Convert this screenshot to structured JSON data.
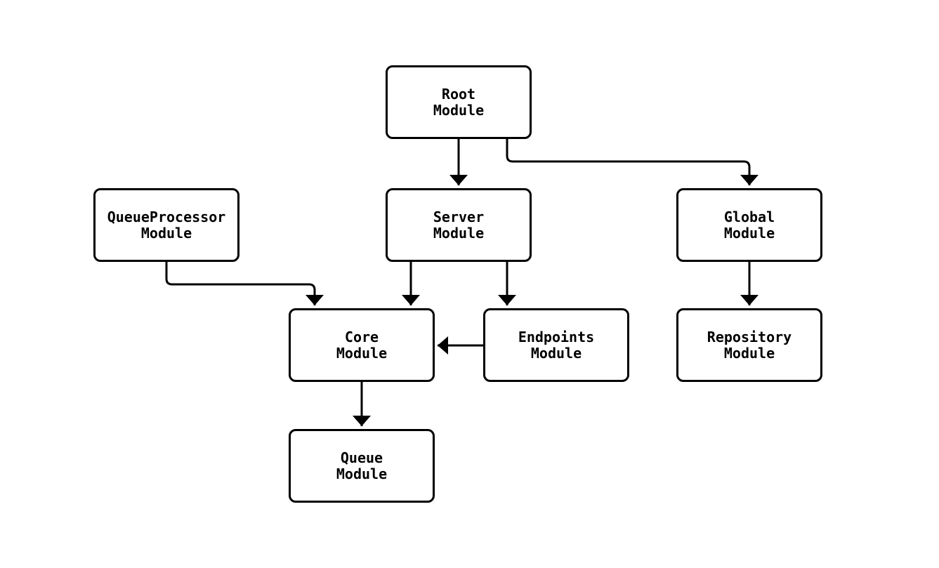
{
  "colors": {
    "background": "#ffffff",
    "node_fill": "#ffffff",
    "stroke": "#000000",
    "text": "#000000"
  },
  "nodes": {
    "root": {
      "label": "Root\nModule"
    },
    "queueprocessor": {
      "label": "QueueProcessor\nModule"
    },
    "server": {
      "label": "Server\nModule"
    },
    "global": {
      "label": "Global\nModule"
    },
    "core": {
      "label": "Core\nModule"
    },
    "endpoints": {
      "label": "Endpoints\nModule"
    },
    "repository": {
      "label": "Repository\nModule"
    },
    "queue": {
      "label": "Queue\nModule"
    }
  },
  "edges": [
    {
      "from": "Root Module",
      "to": "Server Module"
    },
    {
      "from": "Root Module",
      "to": "Global Module"
    },
    {
      "from": "QueueProcessor Module",
      "to": "Core Module"
    },
    {
      "from": "Server Module",
      "to": "Core Module"
    },
    {
      "from": "Server Module",
      "to": "Endpoints Module"
    },
    {
      "from": "Endpoints Module",
      "to": "Core Module"
    },
    {
      "from": "Global Module",
      "to": "Repository Module"
    },
    {
      "from": "Core Module",
      "to": "Queue Module"
    }
  ]
}
